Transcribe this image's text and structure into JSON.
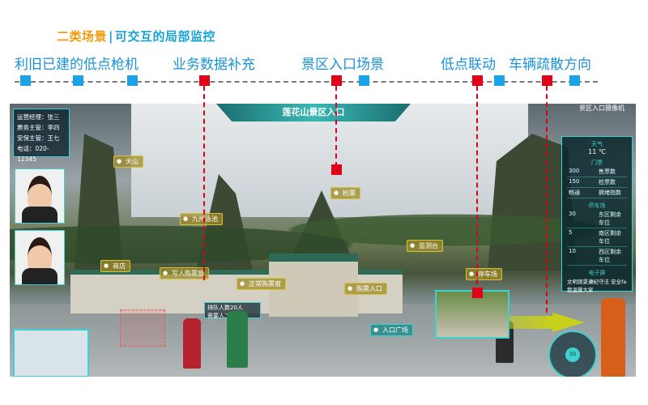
{
  "title": {
    "part1": "二类场景",
    "sep": "|",
    "part2": "可交互的局部监控"
  },
  "timeline_labels": [
    "利旧已建的低点枪机",
    "业务数据补充",
    "景区入口场景",
    "低点联动",
    "车辆疏散方向"
  ],
  "scene": {
    "banner": "莲花山景区入口",
    "camera_title": "景区入口摄像机",
    "info": {
      "line1": "运营经理：张三",
      "line2": "票务主管：李四",
      "line3": "安保主管：王七",
      "phone": "电话：020-12345"
    },
    "pois": [
      "天山",
      "九州泳池",
      "商店",
      "写人购票窗",
      "正常购票窗",
      "监测台",
      "停车场",
      "购票入口",
      "入口广场",
      "检票"
    ],
    "queue": {
      "line1": "排队人数20人",
      "line2": "需要人工干预"
    },
    "panel": {
      "weather_label": "天气",
      "temp": "11 ℃",
      "tickets_label": "门票",
      "tickets": [
        {
          "num": "300",
          "desc": "售票数"
        },
        {
          "num": "150",
          "desc": "检票数"
        },
        {
          "num": "畅通",
          "desc": "拥堵指数"
        }
      ],
      "parking_label": "停车场",
      "parking": [
        {
          "num": "30",
          "desc": "东区剩余车位"
        },
        {
          "num": "5",
          "desc": "南区剩余车位"
        },
        {
          "num": "10",
          "desc": "西区剩余车位"
        }
      ],
      "screen_label": "电子屏",
      "screen_text": "文明观景遵纪守法 安全fa我温馨大家"
    },
    "control_label": "3D"
  }
}
